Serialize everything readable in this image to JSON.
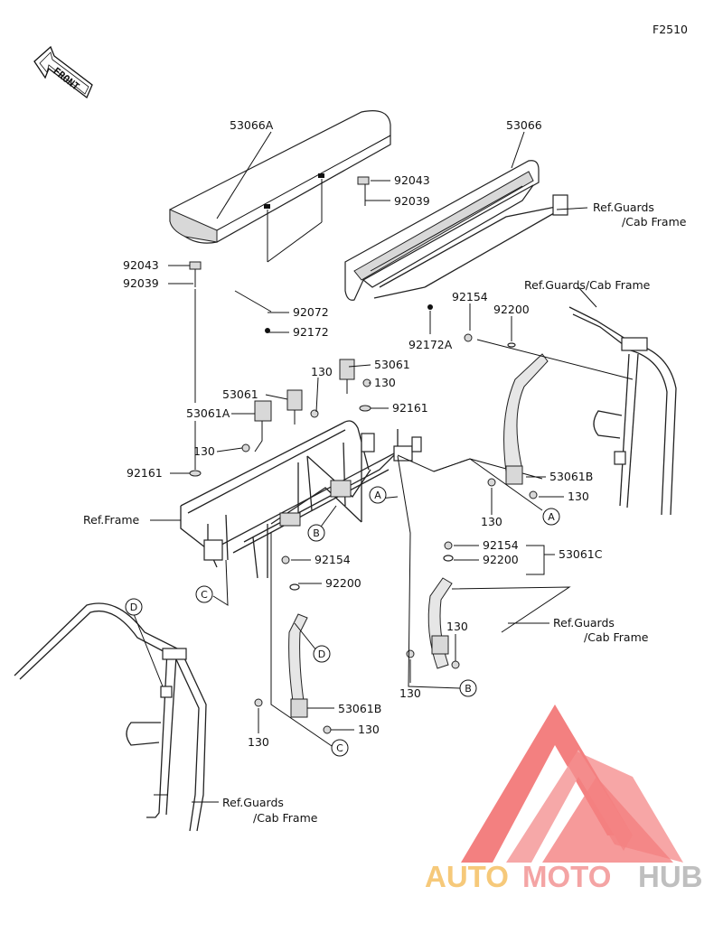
{
  "figure_code": "F2510",
  "front_label": "FRONT",
  "callouts": {
    "c53066A": "53066A",
    "c53066": "53066",
    "c92043_top": "92043",
    "c92039_top": "92039",
    "c92043_left": "92043",
    "c92039_left": "92039",
    "c92072": "92072",
    "c92172": "92172",
    "c92154_top": "92154",
    "c92200_top": "92200",
    "c92172A": "92172A",
    "c53061_a": "53061",
    "c130_a": "130",
    "c53061_b": "53061",
    "c130_b": "130",
    "c53061A": "53061A",
    "c92161_right": "92161",
    "c130_c": "130",
    "c92161_left": "92161",
    "c53061B_right": "53061B",
    "c130_d": "130",
    "c130_e": "130",
    "c92154_mid": "92154",
    "c92200_mid": "92200",
    "c92154_right": "92154",
    "c92200_right": "92200",
    "c53061C": "53061C",
    "c130_f": "130",
    "c130_g": "130",
    "c53061B_bottom": "53061B",
    "c130_h": "130",
    "c130_i": "130"
  },
  "references": {
    "ref_guards_1_line1": "Ref.Guards",
    "ref_guards_1_line2": "/Cab Frame",
    "ref_guards_2": "Ref.Guards/Cab Frame",
    "ref_frame": "Ref.Frame",
    "ref_guards_3_line1": "Ref.Guards",
    "ref_guards_3_line2": "/Cab Frame",
    "ref_guards_4_line1": "Ref.Guards",
    "ref_guards_4_line2": "/Cab Frame"
  },
  "markers": {
    "A1": "A",
    "A2": "A",
    "B1": "B",
    "B2": "B",
    "C1": "C",
    "C2": "C",
    "D1": "D",
    "D2": "D"
  },
  "watermark": {
    "part1": "AUTO",
    "part2": "MOTO",
    "part3": "HUB",
    "colors": {
      "auto": "#f6c97a",
      "moto": "#f4a4a4",
      "hub": "#bfbfbf",
      "logo": "#f26b6b"
    }
  }
}
